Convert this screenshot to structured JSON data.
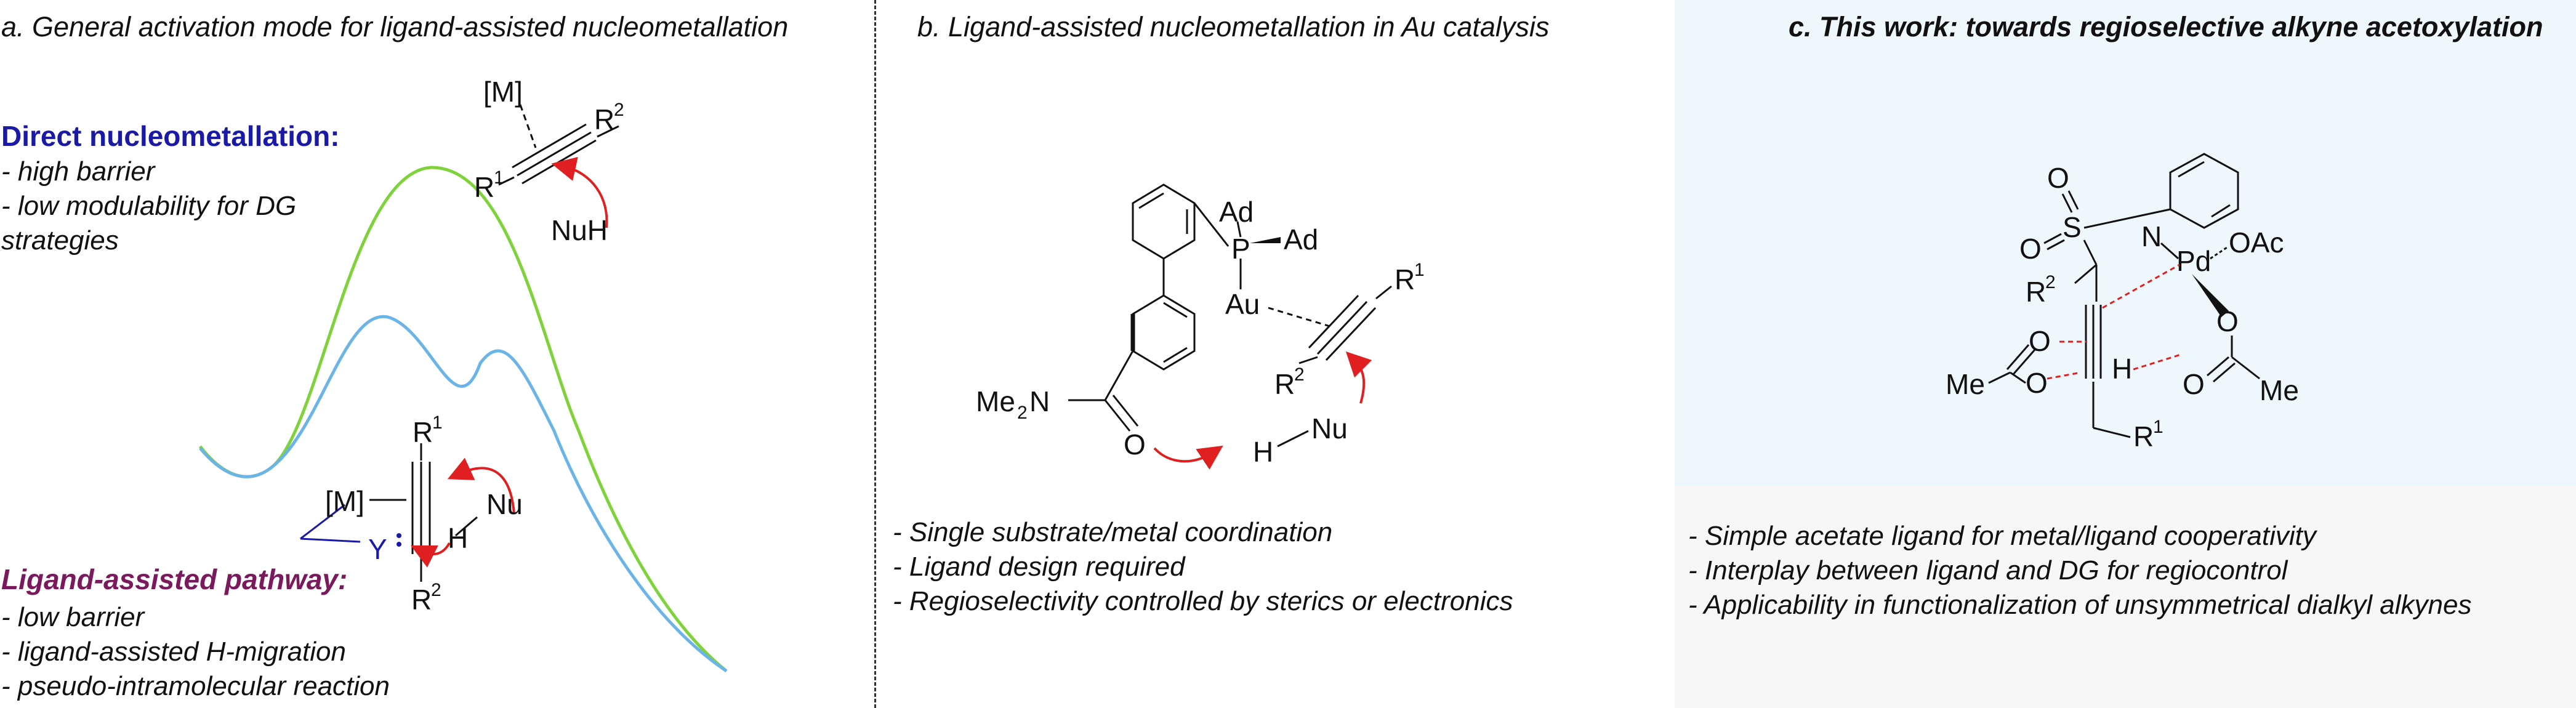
{
  "panel_a": {
    "heading": "a. General activation mode for ligand-assisted nucleometallation",
    "direct_title": "Direct nucleometallation:",
    "direct_points": [
      "- high barrier",
      "- low modulability for DG",
      "strategies"
    ],
    "ligand_title": "Ligand-assisted pathway:",
    "ligand_points": [
      "- low barrier",
      "- ligand-assisted H-migration",
      "- pseudo-intramolecular reaction"
    ],
    "labels": {
      "metal": "[M]",
      "r": "R",
      "one": "1",
      "two": "2",
      "nuh": "NuH",
      "nu": "Nu",
      "h": "H",
      "y": "Y"
    },
    "colors": {
      "direct_curve": "#7ed23a",
      "ligand_curve": "#6ab4e8",
      "arrow": "#e02020",
      "ligand": "#1a1aa6"
    }
  },
  "panel_b": {
    "heading": "b. Ligand-assisted nucleometallation in Au catalysis",
    "points": [
      "- Single substrate/metal coordination",
      "- Ligand design required",
      "- Regioselectivity controlled by sterics or electronics"
    ],
    "labels": {
      "ad": "Ad",
      "p": "P",
      "au": "Au",
      "me2n": "Me",
      "sub2": "2",
      "n": "N",
      "o": "O",
      "h": "H",
      "nu": "Nu",
      "r": "R",
      "one": "1",
      "two": "2"
    }
  },
  "panel_c": {
    "heading": "c. This work: towards regioselective alkyne acetoxylation",
    "points": [
      "- Simple acetate ligand for metal/ligand cooperativity",
      "- Interplay between ligand and DG for regiocontrol",
      "- Applicability in functionalization of unsymmetrical dialkyl alkynes"
    ],
    "labels": {
      "o": "O",
      "s": "S",
      "n": "N",
      "pd": "Pd",
      "oac": "OAc",
      "r": "R",
      "one": "1",
      "two": "2",
      "me": "Me",
      "h": "H"
    },
    "colors": {
      "background": "#eef7fb",
      "dashed_bond": "#e02020"
    }
  }
}
